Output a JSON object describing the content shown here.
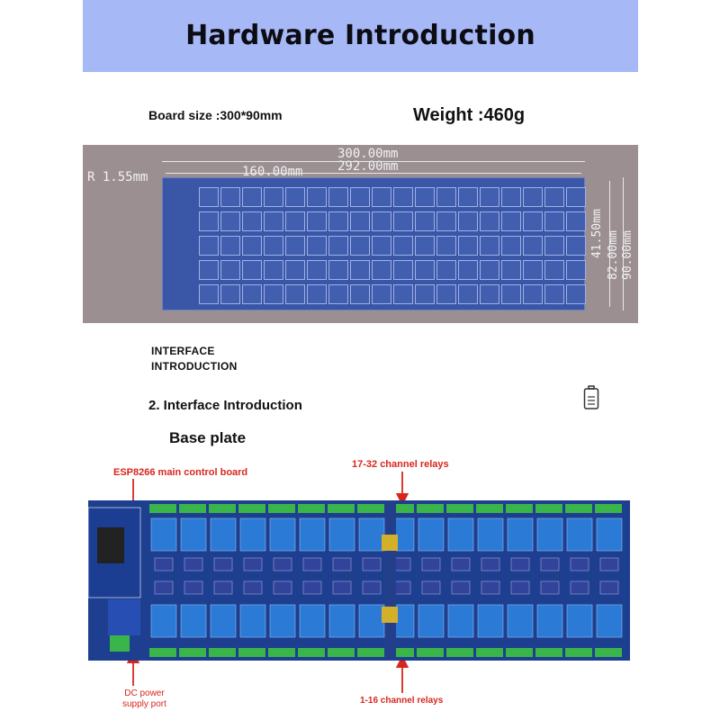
{
  "banner": {
    "title": "Hardware Introduction"
  },
  "specs": {
    "board_size": "Board size :300*90mm",
    "weight": "Weight :460g"
  },
  "cad": {
    "dim_radius": "R 1.55mm",
    "dim_width_total": "300.00mm",
    "dim_width_inner": "292.00mm",
    "dim_half": "160.00mm",
    "dim_h1": "41.50mm",
    "dim_h2": "82.00mm",
    "dim_h3": "90.00mm"
  },
  "interface": {
    "heading_line1": "INTERFACE",
    "heading_line2": "INTRODUCTION",
    "section_title": "2. Interface Introduction",
    "subtitle": "Base plate"
  },
  "labels": {
    "esp": "ESP8266 main control board",
    "top_relays": "17-32 channel relays",
    "dc_line1": "DC power",
    "dc_line2": "supply port",
    "bottom_relays": "1-16 channel relays"
  },
  "colors": {
    "banner": "#a7b8f6",
    "label_red": "#d8261c",
    "relay_blue": "#2b7bd6",
    "terminal_green": "#39b54a"
  },
  "icons": {
    "battery": "battery-icon"
  }
}
